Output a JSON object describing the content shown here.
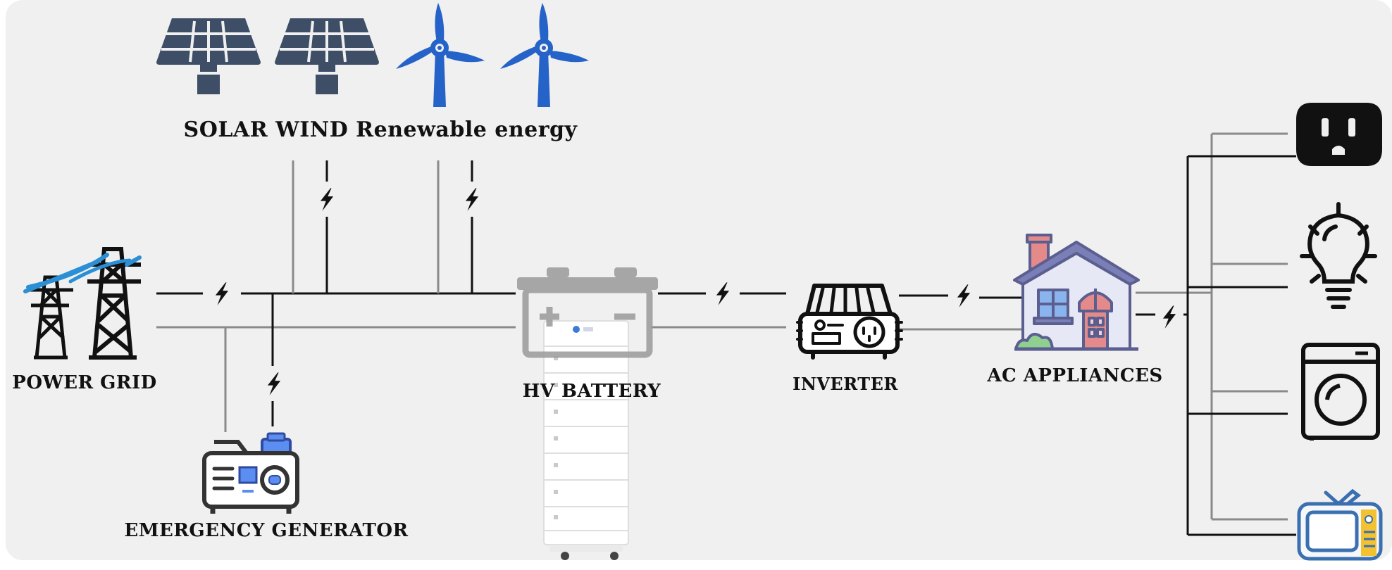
{
  "labels": {
    "renewable": "SOLAR WIND Renewable energy",
    "power_grid": "POWER GRID",
    "emergency_generator": "EMERGENCY GENERATOR",
    "hv_battery": "HV BATTERY",
    "inverter": "INVERTER",
    "ac_appliances": "AC APPLIANCES"
  },
  "icons": {
    "solar": "solar-panel-icon",
    "wind": "wind-turbine-icon",
    "grid": "power-tower-icon",
    "generator": "generator-icon",
    "battery": "battery-icon",
    "inverter": "inverter-icon",
    "house": "house-icon",
    "outlet": "outlet-icon",
    "bulb": "light-bulb-icon",
    "washer": "washing-machine-icon",
    "tv": "tv-icon",
    "bolt": "lightning-bolt-icon"
  },
  "colors": {
    "background": "#f0f0f0",
    "line_black": "#111111",
    "line_gray": "#8a8a8a",
    "solar_panel": "#3d4e66",
    "wind_turbine": "#2563c9",
    "grid_wire": "#2b8fd6",
    "house_wall": "#e6e8f5",
    "house_roof": "#7b7fb8",
    "house_accent": "#e58a8a",
    "tv_yellow": "#f2c230",
    "tv_blue": "#3a6fb0"
  }
}
